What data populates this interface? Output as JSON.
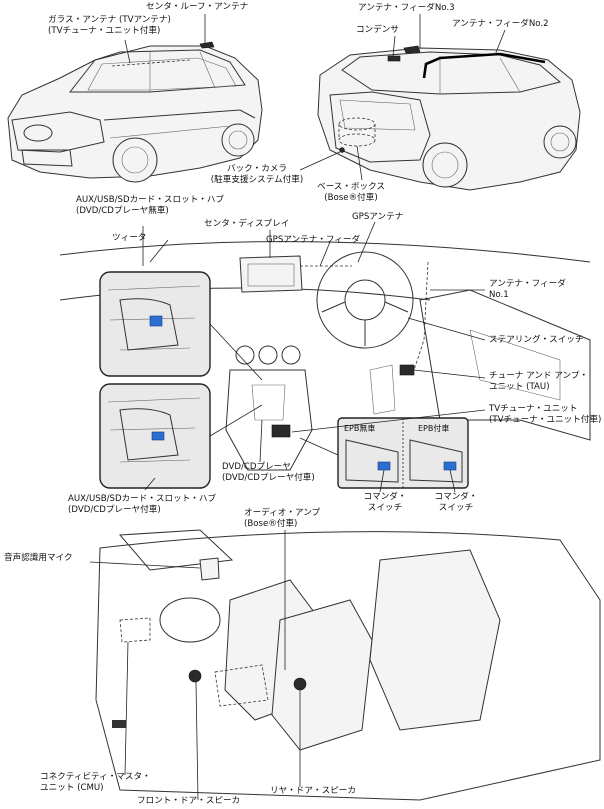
{
  "labels": {
    "center_roof_antenna": "センタ・ルーフ・アンテナ",
    "glass_antenna_1": "ガラス・アンテナ (TVアンテナ)",
    "glass_antenna_2": "(TVチューナ・ユニット付車)",
    "antenna_feeder_3": "アンテナ・フィーダNo.3",
    "condenser": "コンデンサ",
    "antenna_feeder_2": "アンテナ・フィーダNo.2",
    "back_camera_1": "バック・カメラ",
    "back_camera_2": "(駐車支援システム付車)",
    "base_box_1": "ベース・ボックス",
    "base_box_2": "(Bose®付車)",
    "aux_hub_top_1": "AUX/USB/SDカード・スロット・ハブ",
    "aux_hub_top_2": "(DVD/CDプレーヤ無車)",
    "center_display": "センタ・ディスプレイ",
    "gps_antenna": "GPSアンテナ",
    "tweeter": "ツィータ",
    "gps_feeder": "GPSアンテナ・フィーダ",
    "antenna_feeder_1_a": "アンテナ・フィーダ",
    "antenna_feeder_1_b": "No.1",
    "steering_switch": "ステアリング・スイッチ",
    "tau_1": "チューナ アンド アンプ・",
    "tau_2": "ユニット (TAU)",
    "tv_tuner_1": "TVチューナ・ユニット",
    "tv_tuner_2": "(TVチューナ・ユニット付車)",
    "epb_without": "EPB無車",
    "epb_with": "EPB付車",
    "commander_left_1": "コマンダ・",
    "commander_left_2": "スイッチ",
    "commander_right_1": "コマンダ・",
    "commander_right_2": "スイッチ",
    "dvd_player_1": "DVD/CDプレーヤ",
    "dvd_player_2": "(DVD/CDプレーヤ付車)",
    "aux_hub_bottom_1": "AUX/USB/SDカード・スロット・ハブ",
    "aux_hub_bottom_2": "(DVD/CDプレーヤ付車)",
    "audio_amp_1": "オーディオ・アンプ",
    "audio_amp_2": "(Bose®付車)",
    "voice_mic": "音声認識用マイク",
    "cmu_1": "コネクティビティ・マスタ・",
    "cmu_2": "ユニット (CMU)",
    "front_door_speaker": "フロント・ドア・スピーカ",
    "rear_door_speaker": "リヤ・ドア・スピーカ"
  },
  "colors": {
    "highlight_blue": "#2a6fd1",
    "line": "#222222",
    "inset_fill": "#e9e9e9"
  }
}
